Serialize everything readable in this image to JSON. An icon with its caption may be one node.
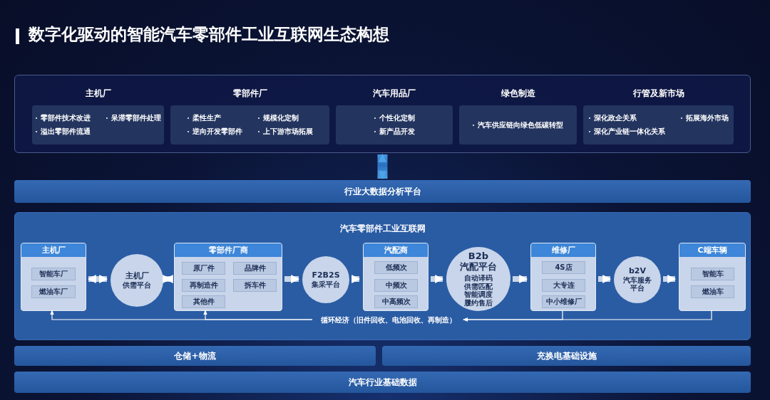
{
  "diagram": {
    "title": "数字化驱动的智能汽车零部件工业互联网生态构想",
    "nodes": [
      {
        "text": [],
        "shape": "box"
      },
      {
        "text": [
          "主机厂",
          "零部件技术改进",
          "呆滞零部件处理",
          "溢出零部件流通"
        ],
        "in": 0
      },
      {
        "text": [
          "零部件厂",
          "柔性生产",
          "规模化定制",
          "逆向开发零部件",
          "上下游市场拓展"
        ],
        "in": 0
      },
      {
        "text": [
          "汽车用品厂",
          "个性化定制",
          "新产品开发"
        ],
        "in": 0
      },
      {
        "text": [
          "绿色制造",
          "汽车供应链向绿色低碳转型"
        ],
        "in": 0
      },
      {
        "text": [
          "行管及新市场",
          "深化政企关系",
          "拓展海外市场",
          "深化产业链一体化关系"
        ],
        "in": 0
      },
      {
        "text": [
          "行业大数据分析平台"
        ]
      },
      {
        "text": [
          "汽车零部件工业互联网"
        ]
      },
      {
        "text": [
          "主机厂"
        ],
        "in": 7
      },
      {
        "text": [
          "智能车厂"
        ],
        "in": 8
      },
      {
        "text": [
          "燃油车厂"
        ],
        "in": 8
      },
      {
        "text": [
          "主机厂",
          "供需平台"
        ],
        "in": 7
      },
      {
        "text": [
          "零部件厂商"
        ],
        "in": 7
      },
      {
        "text": [
          "原厂件"
        ],
        "in": 12
      },
      {
        "text": [
          "品牌件"
        ],
        "in": 12
      },
      {
        "text": [
          "再制造件"
        ],
        "in": 12
      },
      {
        "text": [
          "拆车件"
        ],
        "in": 12
      },
      {
        "text": [
          "其他件"
        ],
        "in": 12
      },
      {
        "text": [
          "F2B2S",
          "集采平台"
        ],
        "in": 7
      },
      {
        "text": [
          "汽配商"
        ],
        "in": 7
      },
      {
        "text": [
          "低频次"
        ],
        "in": 19
      },
      {
        "text": [
          "中频次"
        ],
        "in": 19
      },
      {
        "text": [
          "中高频次"
        ],
        "in": 19
      },
      {
        "text": [
          "B2b",
          "汽配平台",
          "自动译码供需匹配智能调度履约售后"
        ],
        "in": 7
      },
      {
        "text": [
          "维修厂"
        ],
        "in": 7
      },
      {
        "text": [
          "4S店"
        ],
        "in": 24
      },
      {
        "text": [
          "大专连"
        ],
        "in": 24
      },
      {
        "text": [
          "中小维修厂"
        ],
        "in": 24
      },
      {
        "text": [
          "b2V",
          "汽车服务平台"
        ],
        "in": 7
      },
      {
        "text": [
          "C端车辆"
        ],
        "in": 7
      },
      {
        "text": [
          "智能车"
        ],
        "in": 29
      },
      {
        "text": [
          "燃油车"
        ],
        "in": 29
      },
      {
        "text": [
          "循环经济（旧件回收、电池回收、再制造）"
        ],
        "in": 7
      },
      {
        "text": [
          "仓储+物流"
        ]
      },
      {
        "text": [
          "充换电基础设施"
        ]
      },
      {
        "text": [
          "汽车行业基础数据"
        ]
      }
    ],
    "edges": [
      {
        "from": 0,
        "to": 6,
        "arrow": "both",
        "style": "thick"
      },
      {
        "from": 8,
        "to": 11,
        "arrow": "both"
      },
      {
        "from": 11,
        "to": 12,
        "arrow": "both"
      },
      {
        "from": 12,
        "to": 18,
        "arrow": "to"
      },
      {
        "from": 18,
        "to": 19,
        "arrow": "to"
      },
      {
        "from": 19,
        "to": 23,
        "arrow": "to"
      },
      {
        "from": 23,
        "to": 24,
        "arrow": "to"
      },
      {
        "from": 24,
        "to": 28,
        "arrow": "to"
      },
      {
        "from": 28,
        "to": 29,
        "arrow": "to"
      },
      {
        "from": 24,
        "to": 32,
        "arrow": "to"
      },
      {
        "from": 29,
        "to": 32,
        "arrow": "to"
      },
      {
        "from": 32,
        "to": 8,
        "arrow": "to"
      },
      {
        "from": 32,
        "to": 12,
        "arrow": "to"
      }
    ]
  }
}
